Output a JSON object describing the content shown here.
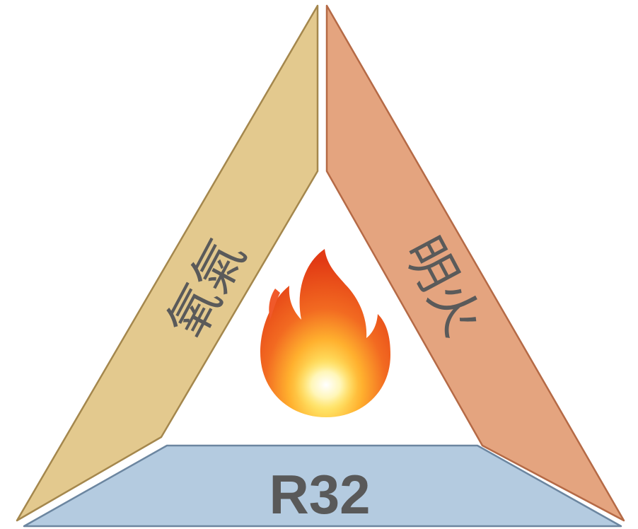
{
  "diagram": {
    "left_side": {
      "label": "氧氣",
      "color": "#e3c98e"
    },
    "right_side": {
      "label": "明火",
      "color": "#e4a47f"
    },
    "base": {
      "label": "R32",
      "color": "#b4cbe0"
    },
    "center_icon": "fire-icon"
  }
}
